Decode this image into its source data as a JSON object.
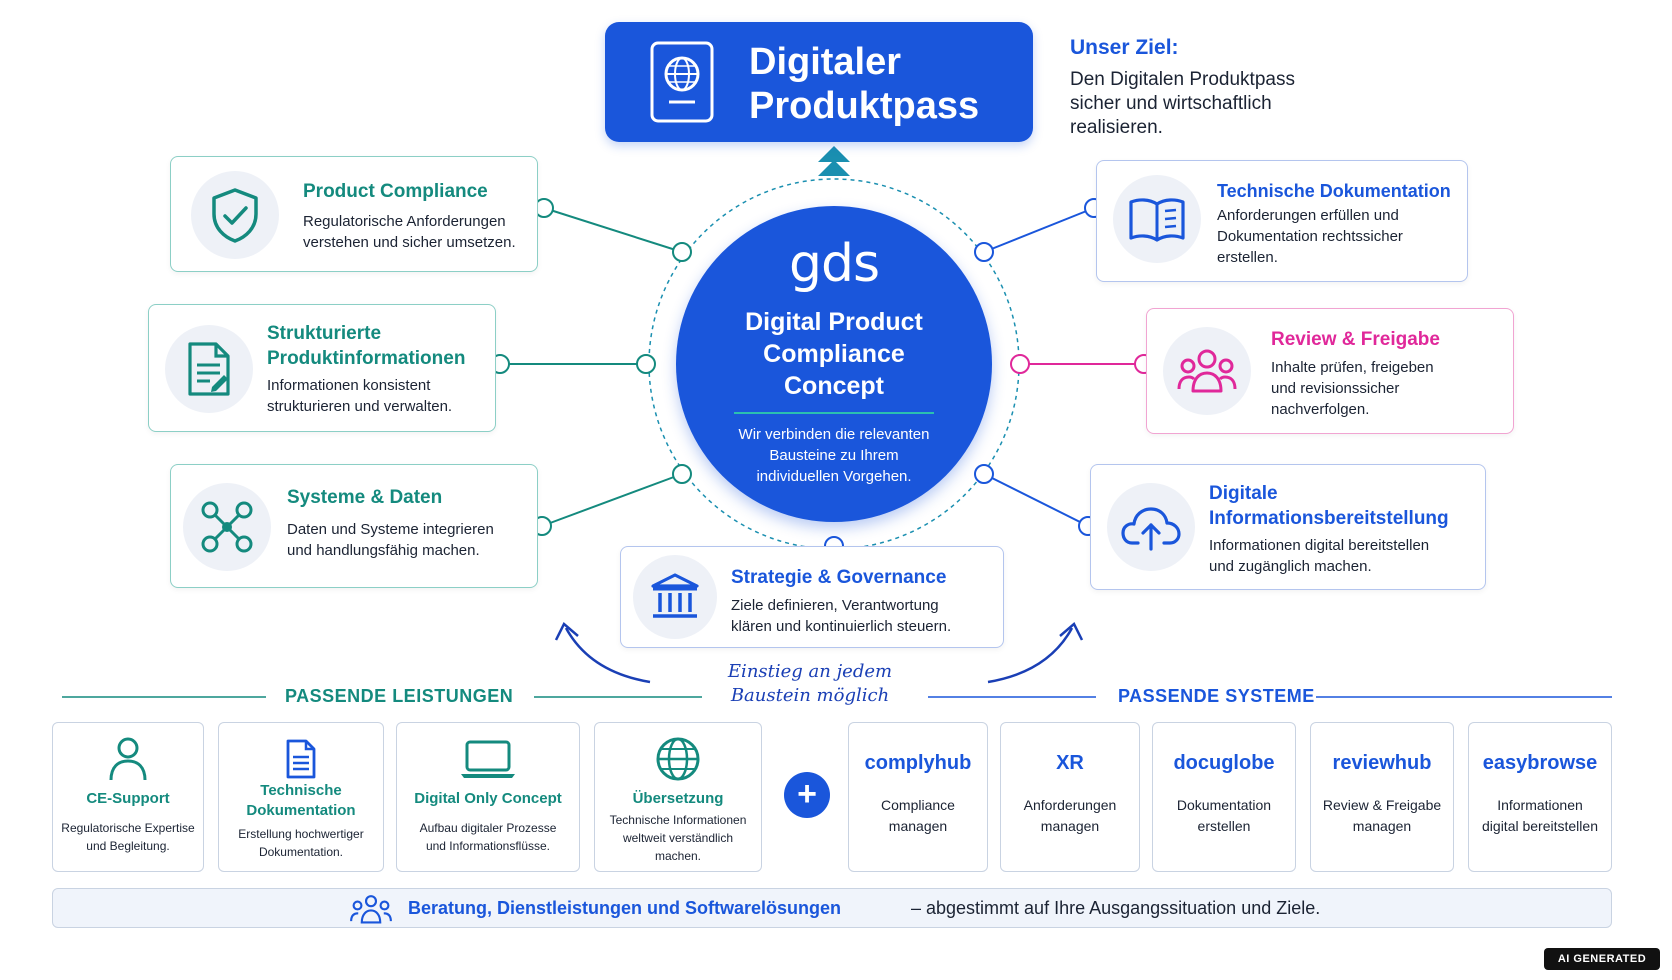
{
  "title": {
    "line1": "Digitaler",
    "line2": "Produktpass"
  },
  "goal": {
    "heading": "Unser Ziel:",
    "lines": [
      "Den Digitalen Produktpass",
      "sicher und wirtschaftlich",
      "realisieren."
    ]
  },
  "center": {
    "logo": "gds",
    "heading_lines": [
      "Digital Product",
      "Compliance",
      "Concept"
    ],
    "text_lines": [
      "Wir verbinden die relevanten",
      "Bausteine zu Ihrem",
      "individuellen Vorgehen."
    ]
  },
  "modules": [
    {
      "id": "product-compliance",
      "icon": "shield-check-icon",
      "title_lines": [
        "Product Compliance"
      ],
      "text_lines": [
        "Regulatorische Anforderungen",
        "verstehen und sicher umsetzen."
      ]
    },
    {
      "id": "strukturierte-produktinformationen",
      "icon": "document-edit-icon",
      "title_lines": [
        "Strukturierte",
        "Produktinformationen"
      ],
      "text_lines": [
        "Informationen konsistent",
        "strukturieren und verwalten."
      ]
    },
    {
      "id": "systeme-daten",
      "icon": "network-icon",
      "title_lines": [
        "Systeme & Daten"
      ],
      "text_lines": [
        "Daten und Systeme integrieren",
        "und handlungsfähig machen."
      ]
    },
    {
      "id": "strategie-governance",
      "icon": "building-columns-icon",
      "title_lines": [
        "Strategie & Governance"
      ],
      "text_lines": [
        "Ziele definieren, Verantwortung",
        "klären und kontinuierlich steuern."
      ]
    },
    {
      "id": "technische-dokumentation",
      "icon": "book-icon",
      "title_lines": [
        "Technische Dokumentation"
      ],
      "text_lines": [
        "Anforderungen erfüllen und",
        "Dokumentation rechtssicher",
        "erstellen."
      ]
    },
    {
      "id": "review-freigabe",
      "icon": "people-group-icon",
      "title_lines": [
        "Review & Freigabe"
      ],
      "text_lines": [
        "Inhalte prüfen, freigeben",
        "und revisionssicher",
        "nachverfolgen."
      ]
    },
    {
      "id": "digitale-informationsbereitstellung",
      "icon": "cloud-upload-icon",
      "title_lines": [
        "Digitale",
        "Informationsbereitstellung"
      ],
      "text_lines": [
        "Informationen digital bereitstellen",
        "und zugänglich machen."
      ]
    }
  ],
  "entry_note_lines": [
    "Einstieg an jedem",
    "Baustein möglich"
  ],
  "services_heading": "PASSENDE LEISTUNGEN",
  "systems_heading": "PASSENDE SYSTEME",
  "services": [
    {
      "icon": "person-icon",
      "title_lines": [
        "CE-Support"
      ],
      "text_lines": [
        "Regulatorische Expertise",
        "und Begleitung."
      ]
    },
    {
      "icon": "document-icon",
      "title_lines": [
        "Technische",
        "Dokumentation"
      ],
      "text_lines": [
        "Erstellung hochwertiger",
        "Dokumentation."
      ]
    },
    {
      "icon": "laptop-icon",
      "title_lines": [
        "Digital Only Concept"
      ],
      "text_lines": [
        "Aufbau digitaler Prozesse",
        "und Informationsflüsse."
      ]
    },
    {
      "icon": "globe-icon",
      "title_lines": [
        "Übersetzung"
      ],
      "text_lines": [
        "Technische Informationen",
        "weltweit verständlich",
        "machen."
      ]
    }
  ],
  "plus": "+",
  "systems": [
    {
      "name": "complyhub",
      "text_lines": [
        "Compliance",
        "managen"
      ]
    },
    {
      "name": "XR",
      "text_lines": [
        "Anforderungen",
        "managen"
      ]
    },
    {
      "name": "docuglobe",
      "text_lines": [
        "Dokumentation",
        "erstellen"
      ]
    },
    {
      "name": "reviewhub",
      "text_lines": [
        "Review & Freigabe",
        "managen"
      ]
    },
    {
      "name": "easybrowse",
      "text_lines": [
        "Informationen",
        "digital bereitstellen"
      ]
    }
  ],
  "footer": {
    "bold": "Beratung, Dienstleistungen und Softwarelösungen",
    "rest": "– abgestimmt auf Ihre Ausgangssituation und Ziele."
  },
  "badge": "AI GENERATED",
  "colors": {
    "primary": "#1a56db",
    "teal": "#148a7e",
    "pink": "#e0289a",
    "border": "#c9d3e2"
  }
}
